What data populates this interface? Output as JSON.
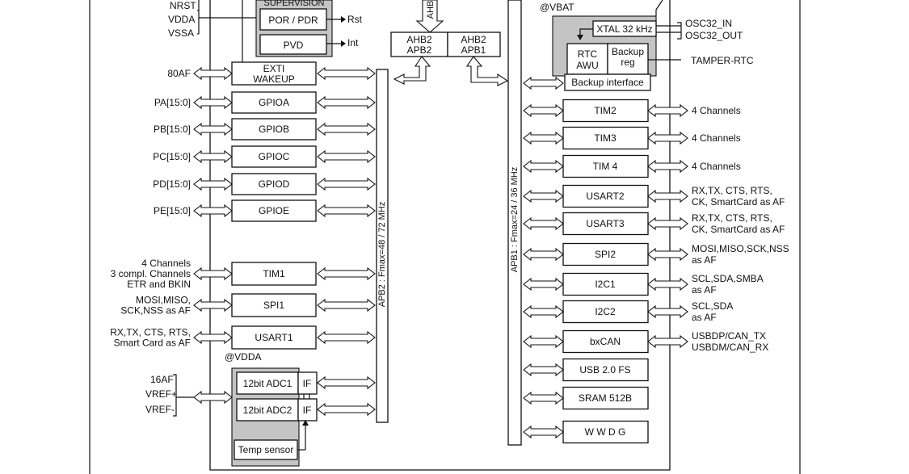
{
  "top": {
    "supervision": "SUPERVISION",
    "por_pdr": "POR / PDR",
    "pvd": "PVD",
    "rst": "Rst",
    "int": "Int",
    "nrst": "NRST",
    "vdda": "VDDA",
    "vssa": "VSSA",
    "ahb": "AHB",
    "ahb2apb2": [
      "AHB2",
      "APB2"
    ],
    "ahb2apb1": [
      "AHB2",
      "APB1"
    ],
    "vbat": "@VBAT",
    "xtal": "XTAL 32 kHz",
    "rtc": [
      "RTC",
      "AWU"
    ],
    "backup_reg": [
      "Backup",
      "reg"
    ],
    "backup_interface": "Backup interface",
    "osc32_in": "OSC32_IN",
    "osc32_out": "OSC32_OUT",
    "tamper": "TAMPER-RTC"
  },
  "apb2": {
    "bus_label": "APB2 : Fmax=48 / 72 MHz",
    "blocks": [
      {
        "id": "exti",
        "label": [
          "EXTI",
          "WAKEUP"
        ],
        "pin": [
          "80AF"
        ]
      },
      {
        "id": "gpioa",
        "label": [
          "GPIOA"
        ],
        "pin": [
          "PA[15:0]"
        ]
      },
      {
        "id": "gpiob",
        "label": [
          "GPIOB"
        ],
        "pin": [
          "PB[15:0]"
        ]
      },
      {
        "id": "gpioc",
        "label": [
          "GPIOC"
        ],
        "pin": [
          "PC[15:0]"
        ]
      },
      {
        "id": "gpiod",
        "label": [
          "GPIOD"
        ],
        "pin": [
          "PD[15:0]"
        ]
      },
      {
        "id": "gpioe",
        "label": [
          "GPIOE"
        ],
        "pin": [
          "PE[15:0]"
        ]
      },
      {
        "id": "tim1",
        "label": [
          "TIM1"
        ],
        "pin": [
          "4 Channels",
          "3 compl. Channels",
          "ETR and BKIN"
        ]
      },
      {
        "id": "spi1",
        "label": [
          "SPI1"
        ],
        "pin": [
          "MOSI,MISO,",
          "SCK,NSS as AF"
        ]
      },
      {
        "id": "usart1",
        "label": [
          "USART1"
        ],
        "pin": [
          "RX,TX, CTS, RTS,",
          "Smart Card as AF"
        ]
      }
    ],
    "vdda_tag": "@VDDA",
    "adc": {
      "adc1": "12bit ADC1",
      "adc2": "12bit ADC2",
      "if1": "IF",
      "if2": "IF",
      "temp": "Temp sensor",
      "pin_af": "16AF",
      "vref_plus": "VREF+",
      "vref_minus": "VREF-"
    }
  },
  "apb1": {
    "bus_label": "APB1 : Fmax=24 / 36 MHz",
    "blocks": [
      {
        "id": "tim2",
        "label": "TIM2",
        "pin": [
          "4 Channels"
        ]
      },
      {
        "id": "tim3",
        "label": "TIM3",
        "pin": [
          "4 Channels"
        ]
      },
      {
        "id": "tim4",
        "label": "TIM 4",
        "pin": [
          "4 Channels"
        ]
      },
      {
        "id": "usart2",
        "label": "USART2",
        "pin": [
          "RX,TX, CTS, RTS,",
          "CK, SmartCard as AF"
        ]
      },
      {
        "id": "usart3",
        "label": "USART3",
        "pin": [
          "RX,TX, CTS, RTS,",
          "CK, SmartCard as AF"
        ]
      },
      {
        "id": "spi2",
        "label": "SPI2",
        "pin": [
          "MOSI,MISO,SCK,NSS",
          "as AF"
        ]
      },
      {
        "id": "i2c1",
        "label": "I2C1",
        "pin": [
          "SCL,SDA,SMBA",
          "as AF"
        ]
      },
      {
        "id": "i2c2",
        "label": "I2C2",
        "pin": [
          "SCL,SDA",
          "as AF"
        ]
      },
      {
        "id": "bxcan",
        "label": "bxCAN",
        "pin": [
          "USBDP/CAN_TX",
          "USBDM/CAN_RX"
        ]
      },
      {
        "id": "usb",
        "label": "USB 2.0 FS",
        "pin": []
      },
      {
        "id": "sram",
        "label": "SRAM 512B",
        "pin": []
      },
      {
        "id": "wwdg",
        "label": "W W D G",
        "pin": []
      }
    ]
  }
}
